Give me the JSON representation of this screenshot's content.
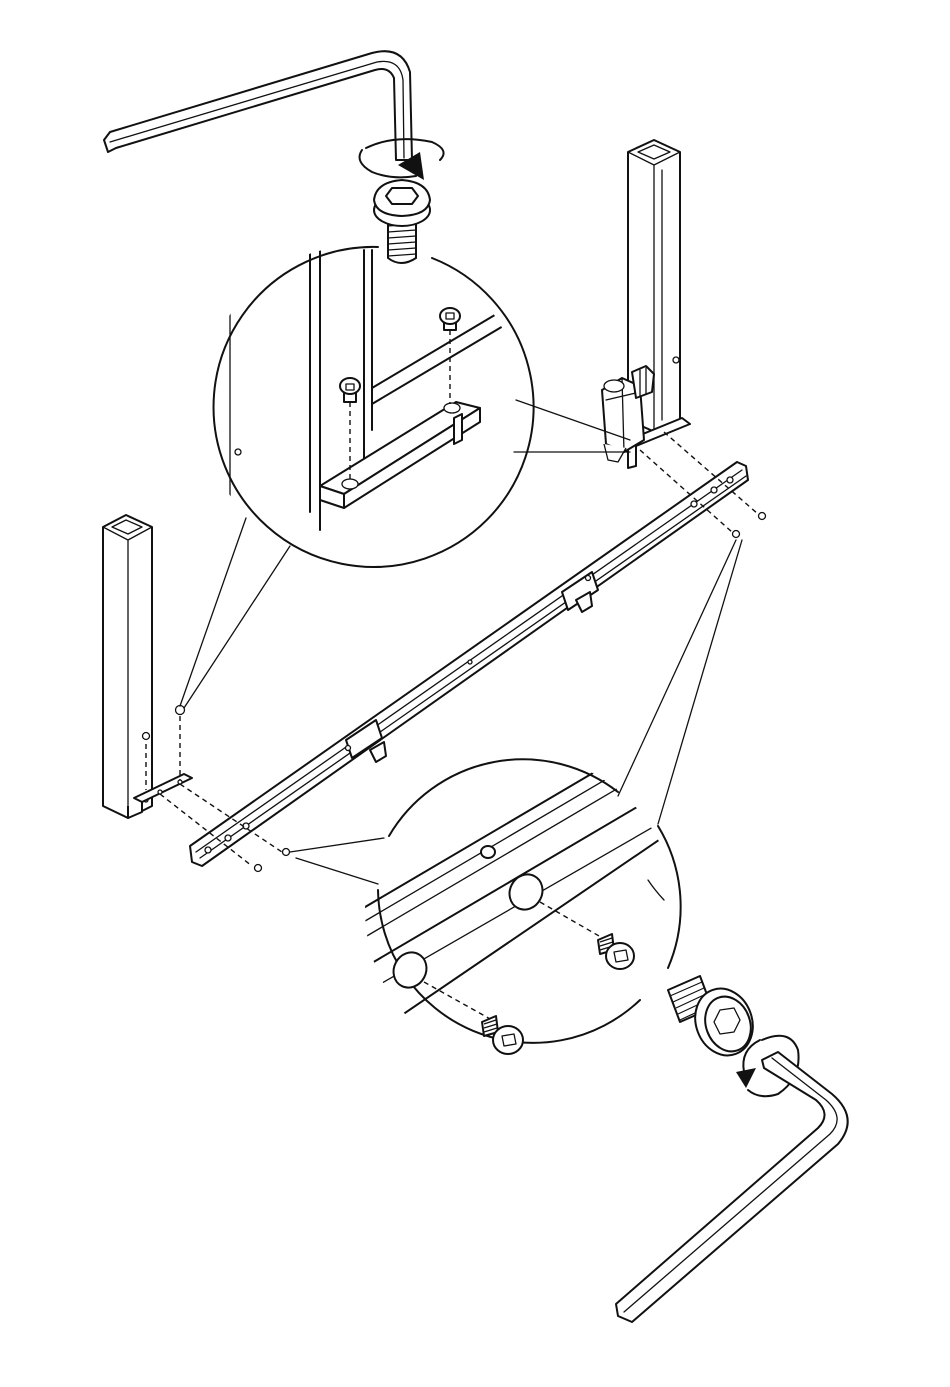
{
  "figure": {
    "type": "assembly-instruction",
    "colors": {
      "line": "#111111",
      "background": "#ffffff"
    },
    "parts": [
      "hex-key-top",
      "rotation-arrow-top",
      "bolt-large-top",
      "detail-circle-top",
      "leg-right",
      "motor-assembly",
      "leg-left",
      "crossbar",
      "screws-small",
      "detail-circle-bottom",
      "bolt-large-bottom",
      "rotation-arrow-bottom",
      "hex-key-bottom"
    ]
  }
}
